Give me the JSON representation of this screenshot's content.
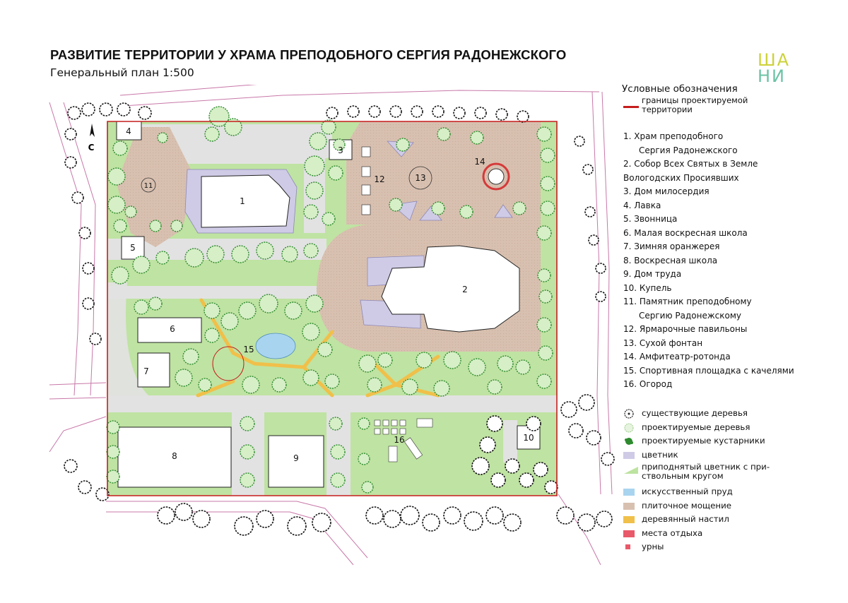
{
  "header": {
    "title": "РАЗВИТИЕ ТЕРРИТОРИИ У ХРАМА ПРЕПОДОБНОГО СЕРГИЯ РАДОНЕЖСКОГО",
    "subtitle": "Генеральный план 1:500"
  },
  "logo": {
    "top": "ША",
    "bottom": "НИ",
    "colors": [
      "#e3d53a",
      "#8cc63f",
      "#5bbfa8",
      "#7dc9b8"
    ]
  },
  "north_label": "С",
  "buildings": [
    {
      "num": "1",
      "name": "Храм преподобного Сергия Радонежского"
    },
    {
      "num": "2",
      "name": "Собор Всех Святых в Земле Вологодских Просиявших"
    },
    {
      "num": "3",
      "name": "Дом милосердия"
    },
    {
      "num": "4",
      "name": "Лавка"
    },
    {
      "num": "5",
      "name": "Звонница"
    },
    {
      "num": "6",
      "name": "Малая воскресная школа"
    },
    {
      "num": "7",
      "name": "Зимняя оранжерея"
    },
    {
      "num": "8",
      "name": "Воскресная школа"
    },
    {
      "num": "9",
      "name": "Дом труда"
    },
    {
      "num": "10",
      "name": "Купель"
    },
    {
      "num": "11",
      "name": "Памятник преподобному Сергию Радонежскому"
    },
    {
      "num": "12",
      "name": "Ярмарочные павильоны"
    },
    {
      "num": "13",
      "name": "Сухой фонтан"
    },
    {
      "num": "14",
      "name": "Амфитеатр-ротонда"
    },
    {
      "num": "15",
      "name": "Спортивная площадка с качелями"
    },
    {
      "num": "16",
      "name": "Огород"
    }
  ],
  "legend": {
    "title": "Условные обозначения",
    "boundary_line1": "границы проектируемой",
    "boundary_line2": "территории",
    "objects": [
      {
        "line1": "1. Храм преподобного",
        "line2": "Сергия Радонежского"
      },
      {
        "line1": "2. Собор Всех Святых в Земле",
        "line2": "Вологодских Просиявших"
      },
      {
        "line1": "3. Дом милосердия"
      },
      {
        "line1": "4. Лавка"
      },
      {
        "line1": "5. Звонница"
      },
      {
        "line1": "6. Малая воскресная школа"
      },
      {
        "line1": "7. Зимняя оранжерея"
      },
      {
        "line1": "8. Воскресная школа"
      },
      {
        "line1": "9. Дом труда"
      },
      {
        "line1": "10. Купель"
      },
      {
        "line1": "11. Памятник преподобному",
        "line2": "Сергию Радонежскому"
      },
      {
        "line1": "12. Ярмарочные павильоны"
      },
      {
        "line1": "13. Сухой фонтан"
      },
      {
        "line1": "14. Амфитеатр-ротонда"
      },
      {
        "line1": "15. Спортивная площадка с качелями"
      },
      {
        "line1": "16. Огород"
      }
    ],
    "symbols": {
      "existing_trees": "существующие деревья",
      "new_trees": "проектируемые деревья",
      "new_shrubs": "проектируемые кустарники",
      "flowerbed": "цветник",
      "raised_flowerbed_1": "приподнятый цветник с при-",
      "raised_flowerbed_2": "ствольным кругом",
      "pond": "искусственный пруд",
      "paving": "плиточное мощение",
      "decking": "деревянный настил",
      "rest_areas": "места отдыха",
      "bins": "урны"
    }
  },
  "colors": {
    "boundary": "#c61d1d",
    "lawn": "#bfe3a2",
    "paving": "#d8c0b0",
    "path": "#e2e2e2",
    "flowerbed": "#cfcbe6",
    "pond": "#a9d4ef",
    "decking": "#f0c04a",
    "rest": "#e85a6a",
    "tree": "#2e8a2e"
  }
}
